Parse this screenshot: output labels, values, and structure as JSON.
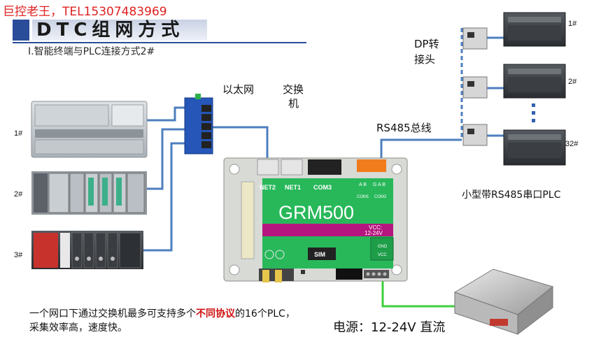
{
  "header": {
    "contact": "巨控老王，TEL15307483969",
    "title": "DTC组网方式",
    "subtitle": "Ⅰ.智能终端与PLC连接方式2#"
  },
  "labels": {
    "ethernet": "以太网",
    "switch_line1": "交换",
    "switch_line2": "机",
    "dp_line1": "DP转",
    "dp_line2": "接头",
    "rs485_bus": "RS485总线",
    "small_plc": "小型带RS485串口PLC",
    "power": "电源：12-24V 直流"
  },
  "plcs_left": [
    {
      "label": "1#"
    },
    {
      "label": "2#"
    },
    {
      "label": "3#"
    }
  ],
  "plcs_right": [
    {
      "label": "1#"
    },
    {
      "label": "2#"
    },
    {
      "label": "32#"
    }
  ],
  "grm": {
    "model": "GRM500",
    "net2": "NET2",
    "net1": "NET1",
    "com3": "COM3",
    "com1": "COM1",
    "com2": "COM2",
    "sim": "SIM",
    "vcc": "VCC:",
    "voltage": "12-24V",
    "vcc_side": "VCC",
    "gnd_side": "GND",
    "ab1": "A  B",
    "ab2": "G  A  B"
  },
  "caption": {
    "part1": "一个网口下通过交换机最多可支持多个",
    "highlight": "不同协议",
    "part2": "的16个PLC，采集效率高，速度快。"
  },
  "colors": {
    "cable": "#4d7fbe",
    "power_cable": "#3ecf3e",
    "grm_green": "#28b85a",
    "grm_magenta": "#b5157f",
    "title_blue": "#2a4d9a",
    "highlight_red": "#d01010"
  }
}
